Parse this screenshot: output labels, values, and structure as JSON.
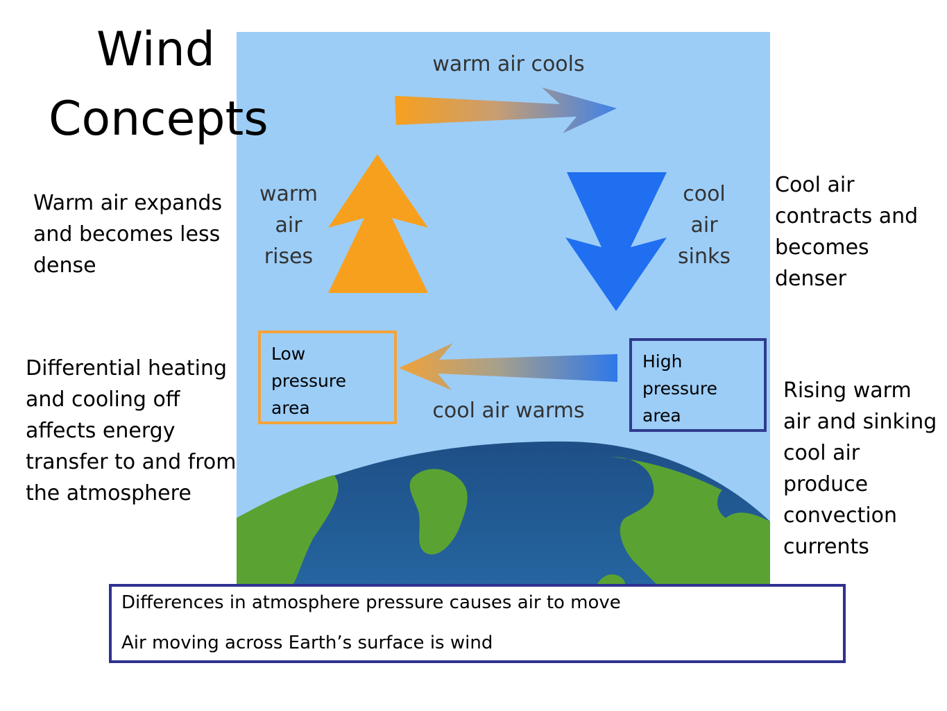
{
  "title": {
    "line1": "Wind",
    "line2": "Concepts"
  },
  "diagram": {
    "top_label": "warm air cools",
    "left_label": [
      "warm",
      "air",
      "rises"
    ],
    "right_label": [
      "cool",
      "air",
      "sinks"
    ],
    "bottom_label": "cool air warms",
    "low_box": [
      "Low",
      "pressure",
      "area"
    ],
    "high_box": [
      "High",
      "pressure",
      "area"
    ],
    "colors": {
      "sky": "#9CCDF7",
      "warm_arrow": "#F7A01E",
      "cool_arrow": "#1F6FF0",
      "ocean": "#1D5A8F",
      "land": "#5AA332",
      "low_border": "#F4A33A",
      "high_border": "#2F3B8F"
    }
  },
  "left_text_1": [
    "Warm air expands",
    "and becomes less",
    "dense"
  ],
  "left_text_2": [
    "Differential heating",
    "and cooling off",
    "affects energy",
    "transfer to and from",
    "the atmosphere"
  ],
  "right_text_1": [
    "Cool air",
    "contracts and",
    "becomes",
    "denser"
  ],
  "right_text_2": [
    "Rising warm",
    "air and sinking",
    "cool air",
    "produce",
    "convection",
    "currents"
  ],
  "bottom_box": {
    "line1": "Differences in atmosphere pressure causes air to move",
    "line2": "Air moving across Earth’s surface is wind",
    "border_color": "#2F3190"
  }
}
